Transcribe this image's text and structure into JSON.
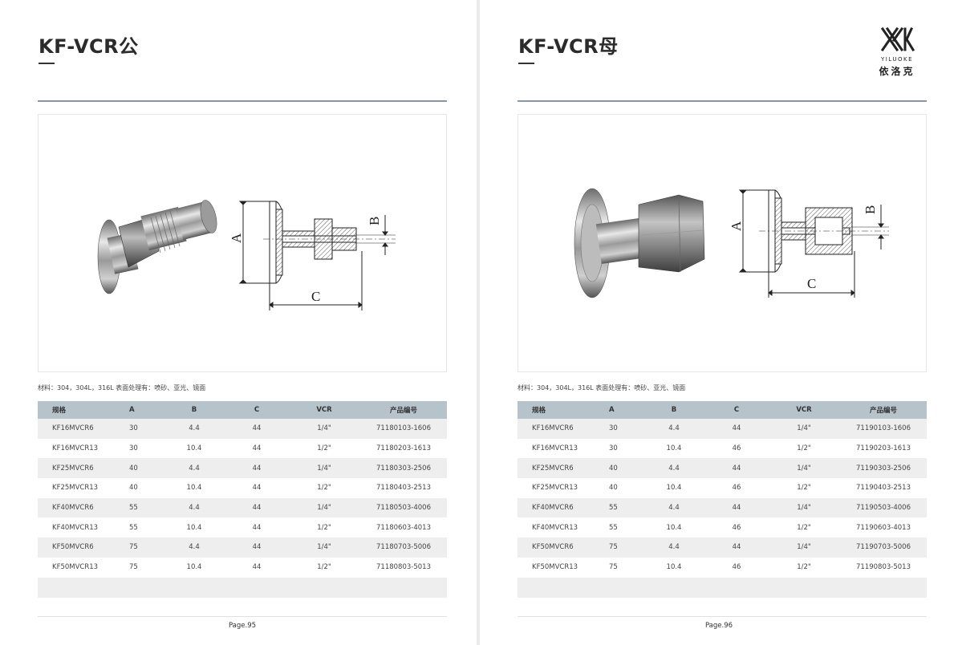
{
  "left": {
    "title": "KF-VCR公",
    "material": "材料：304，304L，316L  表面处理有：喷砂、亚光、镜面",
    "headers": [
      "规格",
      "A",
      "B",
      "C",
      "VCR",
      "产品编号"
    ],
    "rows": [
      [
        "KF16MVCR6",
        "30",
        "4.4",
        "44",
        "1/4\"",
        "71180103-1606"
      ],
      [
        "KF16MVCR13",
        "30",
        "10.4",
        "44",
        "1/2\"",
        "71180203-1613"
      ],
      [
        "KF25MVCR6",
        "40",
        "4.4",
        "44",
        "1/4\"",
        "71180303-2506"
      ],
      [
        "KF25MVCR13",
        "40",
        "10.4",
        "44",
        "1/2\"",
        "71180403-2513"
      ],
      [
        "KF40MVCR6",
        "55",
        "4.4",
        "44",
        "1/4\"",
        "71180503-4006"
      ],
      [
        "KF40MVCR13",
        "55",
        "10.4",
        "44",
        "1/2\"",
        "71180603-4013"
      ],
      [
        "KF50MVCR6",
        "75",
        "4.4",
        "44",
        "1/4\"",
        "71180703-5006"
      ],
      [
        "KF50MVCR13",
        "75",
        "10.4",
        "44",
        "1/2\"",
        "71180803-5013"
      ]
    ],
    "page": "Page.95",
    "dim_labels": {
      "a": "A",
      "b": "B",
      "c": "C"
    }
  },
  "right": {
    "title": "KF-VCR母",
    "material": "材料：304，304L，316L  表面处理有：喷砂、亚光、镜面",
    "headers": [
      "规格",
      "A",
      "B",
      "C",
      "VCR",
      "产品编号"
    ],
    "rows": [
      [
        "KF16MVCR6",
        "30",
        "4.4",
        "44",
        "1/4\"",
        "71190103-1606"
      ],
      [
        "KF16MVCR13",
        "30",
        "10.4",
        "46",
        "1/2\"",
        "71190203-1613"
      ],
      [
        "KF25MVCR6",
        "40",
        "4.4",
        "44",
        "1/4\"",
        "71190303-2506"
      ],
      [
        "KF25MVCR13",
        "40",
        "10.4",
        "46",
        "1/2\"",
        "71190403-2513"
      ],
      [
        "KF40MVCR6",
        "55",
        "4.4",
        "44",
        "1/4\"",
        "71190503-4006"
      ],
      [
        "KF40MVCR13",
        "55",
        "10.4",
        "46",
        "1/2\"",
        "71190603-4013"
      ],
      [
        "KF50MVCR6",
        "75",
        "4.4",
        "44",
        "1/4\"",
        "71190703-5006"
      ],
      [
        "KF50MVCR13",
        "75",
        "10.4",
        "46",
        "1/2\"",
        "71190803-5013"
      ]
    ],
    "page": "Page.96",
    "dim_labels": {
      "a": "A",
      "b": "B",
      "c": "C"
    }
  },
  "logo": {
    "en": "YILUOKE",
    "cn": "依洛克"
  },
  "colors": {
    "header_row": "#b7c3ca",
    "rule": "#8a96a4",
    "alt_row": "#eeeeee"
  }
}
